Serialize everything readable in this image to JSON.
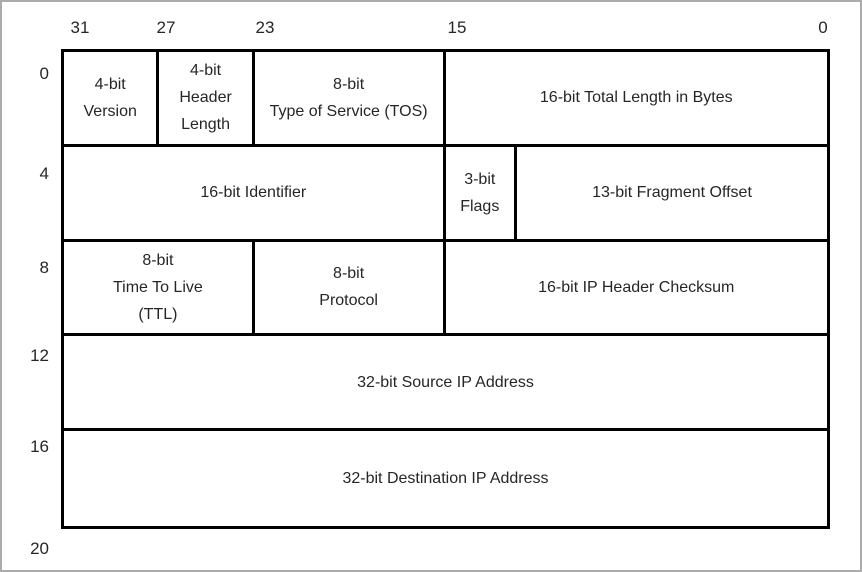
{
  "diagram": {
    "kind": "IPv4 header field layout",
    "bit_labels": [
      "31",
      "27",
      "23",
      "15",
      "0"
    ],
    "byte_offset_labels": [
      "0",
      "4",
      "8",
      "12",
      "16",
      "20"
    ],
    "rows": [
      {
        "offset": "0",
        "fields": [
          {
            "label": "4-bit\nVersion",
            "bits": 4
          },
          {
            "label": "4-bit\nHeader\nLength",
            "bits": 4
          },
          {
            "label": "8-bit\nType of Service (TOS)",
            "bits": 8
          },
          {
            "label": "16-bit Total Length in Bytes",
            "bits": 16
          }
        ]
      },
      {
        "offset": "4",
        "fields": [
          {
            "label": "16-bit Identifier",
            "bits": 16
          },
          {
            "label": "3-bit\nFlags",
            "bits": 3
          },
          {
            "label": "13-bit Fragment Offset",
            "bits": 13
          }
        ]
      },
      {
        "offset": "8",
        "fields": [
          {
            "label": "8-bit\nTime To Live\n(TTL)",
            "bits": 8
          },
          {
            "label": "8-bit\nProtocol",
            "bits": 8
          },
          {
            "label": "16-bit IP Header Checksum",
            "bits": 16
          }
        ]
      },
      {
        "offset": "12",
        "fields": [
          {
            "label": "32-bit Source IP Address",
            "bits": 32
          }
        ]
      },
      {
        "offset": "16",
        "fields": [
          {
            "label": "32-bit Destination IP Address",
            "bits": 32
          }
        ]
      }
    ],
    "colors": {
      "grid_line": "#000000",
      "text": "#262626",
      "page_frame": "#ababab",
      "background": "#ffffff"
    }
  }
}
